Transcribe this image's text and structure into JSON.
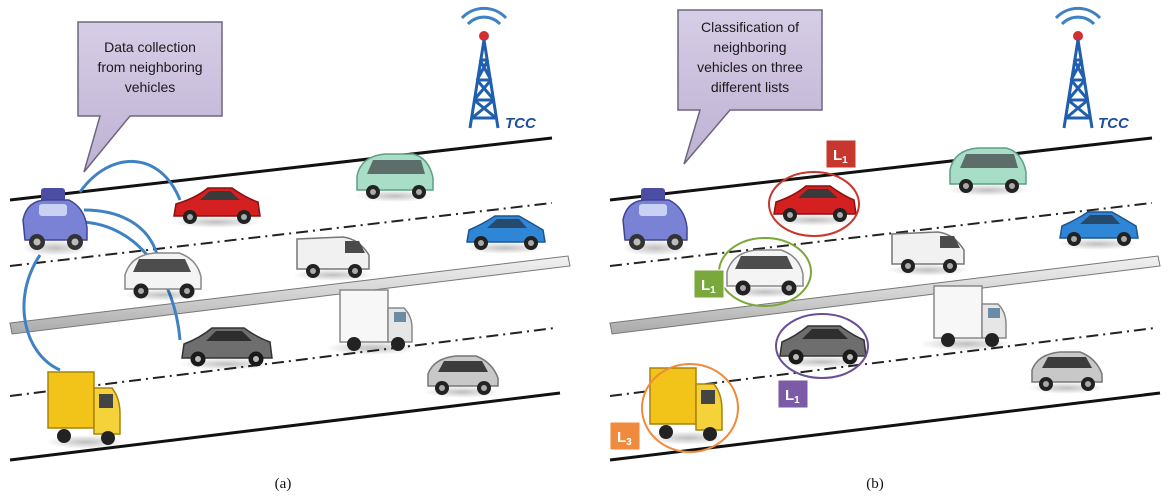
{
  "panels": [
    {
      "id": "a",
      "caption": "(a)",
      "callout": [
        "Data collection",
        "from neighboring",
        "vehicles"
      ],
      "tower_label": "TCC"
    },
    {
      "id": "b",
      "caption": "(b)",
      "callout": [
        "Classification of",
        "neighboring",
        "vehicles on three",
        "different lists"
      ],
      "tower_label": "TCC",
      "badges": [
        {
          "name": "badge-l1-red",
          "letter": "L",
          "sub": "1",
          "color": "#c8372d"
        },
        {
          "name": "badge-l1-green",
          "letter": "L",
          "sub": "1",
          "color": "#7aa83a"
        },
        {
          "name": "badge-l1-purple",
          "letter": "L",
          "sub": "1",
          "color": "#7b5aa6"
        },
        {
          "name": "badge-l3-orange",
          "letter": "L",
          "sub": "3",
          "color": "#f08a3c"
        }
      ]
    }
  ],
  "colors": {
    "callout_fill": "#c9bfdc",
    "callout_stroke": "#6d6680",
    "arc": "#3f82c4",
    "tower": "#1f5fae",
    "road_edge": "#111111"
  }
}
